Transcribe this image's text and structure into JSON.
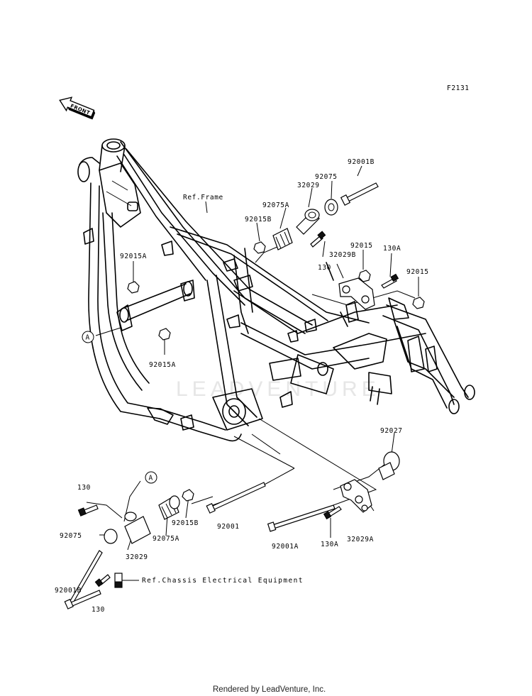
{
  "figure_code": "F2131",
  "front_arrow_label": "FRONT",
  "watermark": "LEADVENTURE",
  "footer": "Rendered by LeadVenture, Inc.",
  "callouts": {
    "ref_frame": "Ref.Frame",
    "ref_chassis": "Ref.Chassis Electrical Equipment",
    "p92001B_top": "92001B",
    "p92075_top": "92075",
    "p32029_top": "32029",
    "p92075A_top": "92075A",
    "p92015B_top": "92015B",
    "p130_top": "130",
    "p92015_mid": "92015",
    "p130A_mid": "130A",
    "p32029B": "32029B",
    "p92015_right": "92015",
    "p92015A_upper": "92015A",
    "p92015A_lower": "92015A",
    "marker_A_frame": "A",
    "marker_A_detail": "A",
    "p92027": "92027",
    "p130_bottom_left": "130",
    "p92015B_bottom": "92015B",
    "p92075_bottom": "92075",
    "p92075A_bottom": "92075A",
    "p32029_bottom": "32029",
    "p92001": "92001",
    "p92001A": "92001A",
    "p130A_bottom": "130A",
    "p32029A": "32029A",
    "p92001B_bottom": "92001B",
    "p130_bottom": "130"
  },
  "icons": [
    "front-arrow-icon",
    "frame-drawing",
    "bolt-icon",
    "nut-icon",
    "bushing-icon",
    "bracket-icon"
  ]
}
